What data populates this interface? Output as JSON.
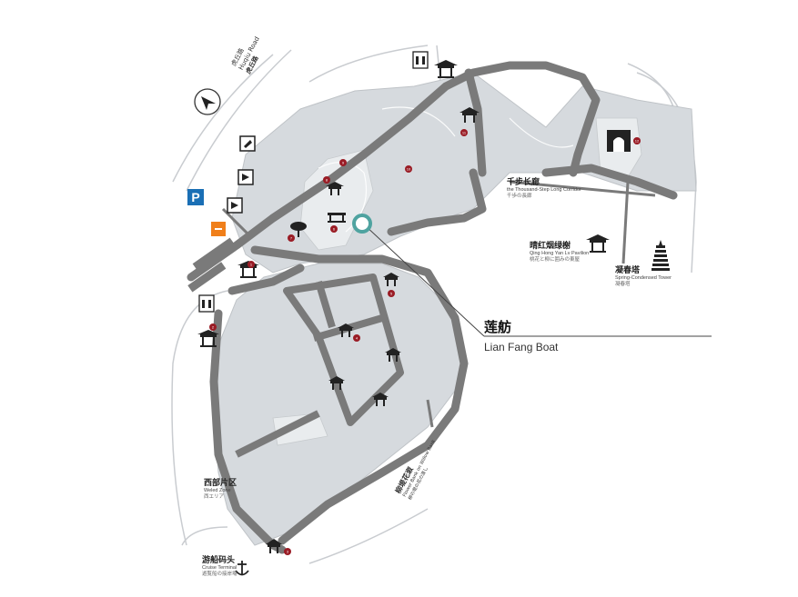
{
  "callout": {
    "name_cn": "莲舫",
    "name_en": "Lian Fang Boat"
  },
  "parking_sign": "P",
  "road_label": {
    "cn": "虎丘路",
    "en": "Huqiu Road",
    "jp": "虎丘路"
  },
  "places": [
    {
      "id": "corridor",
      "cn": "千步长廊",
      "en": "the Thousand-Step Long Corridor",
      "jp": "千歩の長廊"
    },
    {
      "id": "pavilion",
      "cn": "晴红烟绿榭",
      "en": "Qing Hong Yan Lv Pavilion",
      "jp": "桃花と柳に囲みの東屋"
    },
    {
      "id": "tower",
      "cn": "凝春塔",
      "en": "Spring-Condensed Tower",
      "jp": "凝春塔"
    },
    {
      "id": "west",
      "cn": "西部片区",
      "en": "Weled Zone",
      "jp": "西エリア"
    },
    {
      "id": "terminal",
      "cn": "游船码头",
      "en": "Cruise Terminal",
      "jp": "遊覧船の接岸場"
    },
    {
      "id": "willow",
      "cn": "柳堤花溆",
      "en": "Flower Bank on Willow Bank",
      "jp": "柳の堤の花の渡し"
    }
  ],
  "markers": [
    {
      "n": "1"
    },
    {
      "n": "2"
    },
    {
      "n": "3"
    },
    {
      "n": "4"
    },
    {
      "n": "5"
    },
    {
      "n": "6"
    },
    {
      "n": "7"
    },
    {
      "n": "8"
    },
    {
      "n": "9"
    },
    {
      "n": "10"
    },
    {
      "n": "11"
    },
    {
      "n": "12"
    }
  ],
  "icons": [
    "compass-arrow-icon",
    "restroom-icon",
    "pavilion-icon",
    "pagoda-icon",
    "gate-icon",
    "tree-icon",
    "anchor-icon",
    "entrance-arrow-icon",
    "exit-icon",
    "ticket-icon",
    "highlight-ring-icon"
  ],
  "colors": {
    "road": "#7a7a7a",
    "land": "#d6dade",
    "marker": "#9a1c25",
    "highlight": "#4fa3a0",
    "parking": "#1a6fb5",
    "exit": "#f07f1a"
  }
}
